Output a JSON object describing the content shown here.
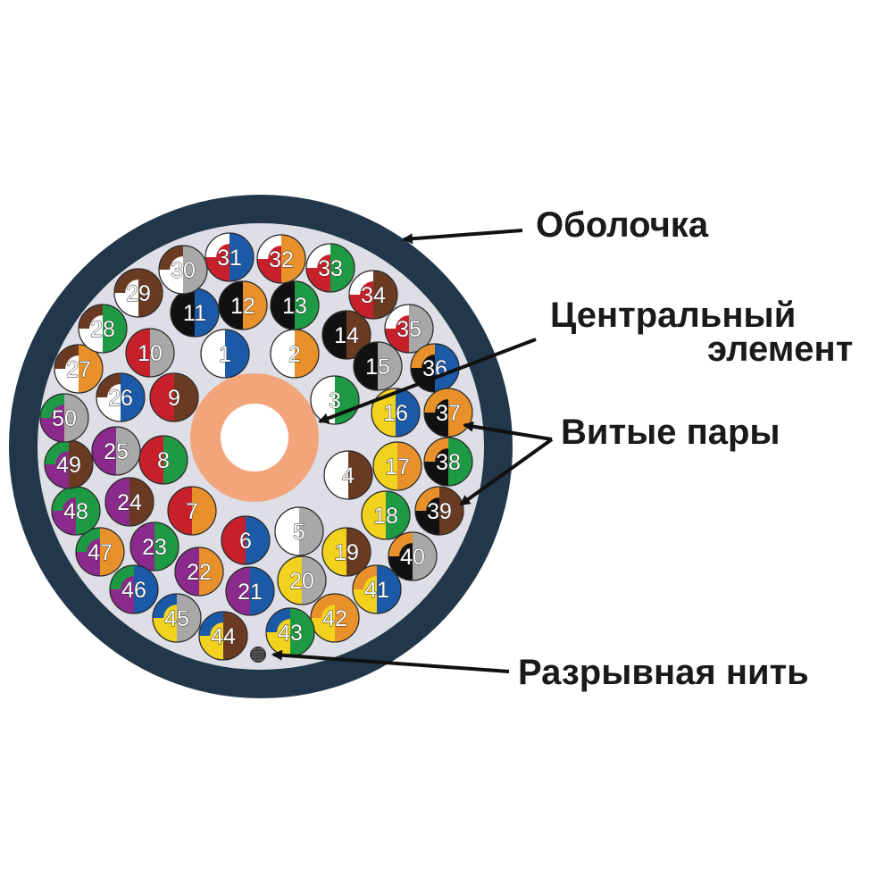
{
  "labels": {
    "sheath": "Оболочка",
    "central_1": "Центральный",
    "central_2": "элемент",
    "twisted_pairs": "Витые пары",
    "ripcord": "Разрывная нить"
  },
  "colors": {
    "sheath": "#22384a",
    "filler": "#dedee6",
    "central_ring": "#f2a57a",
    "central_core": "#ffffff",
    "arrow": "#111111",
    "ripcord": "#333333"
  },
  "pairs": [
    {
      "n": "1",
      "a": "#ffffff",
      "b": "#1b5aa8"
    },
    {
      "n": "2",
      "a": "#ffffff",
      "b": "#e8912a"
    },
    {
      "n": "3",
      "a": "#ffffff",
      "b": "#1e9a44"
    },
    {
      "n": "4",
      "a": "#ffffff",
      "b": "#6b3a22"
    },
    {
      "n": "5",
      "a": "#ffffff",
      "b": "#a8a8a8"
    },
    {
      "n": "6",
      "a": "#c8202a",
      "b": "#1b5aa8"
    },
    {
      "n": "7",
      "a": "#c8202a",
      "b": "#e8912a"
    },
    {
      "n": "8",
      "a": "#c8202a",
      "b": "#1e9a44"
    },
    {
      "n": "9",
      "a": "#c8202a",
      "b": "#6b3a22"
    },
    {
      "n": "10",
      "a": "#c8202a",
      "b": "#a8a8a8"
    },
    {
      "n": "11",
      "a": "#111111",
      "b": "#1b5aa8"
    },
    {
      "n": "12",
      "a": "#111111",
      "b": "#e8912a"
    },
    {
      "n": "13",
      "a": "#111111",
      "b": "#1e9a44"
    },
    {
      "n": "14",
      "a": "#111111",
      "b": "#6b3a22"
    },
    {
      "n": "15",
      "a": "#111111",
      "b": "#a8a8a8"
    },
    {
      "n": "16",
      "a": "#f2d21c",
      "b": "#1b5aa8"
    },
    {
      "n": "17",
      "a": "#f2d21c",
      "b": "#e8912a"
    },
    {
      "n": "18",
      "a": "#f2d21c",
      "b": "#1e9a44"
    },
    {
      "n": "19",
      "a": "#f2d21c",
      "b": "#6b3a22"
    },
    {
      "n": "20",
      "a": "#f2d21c",
      "b": "#a8a8a8"
    },
    {
      "n": "21",
      "a": "#8b2a8c",
      "b": "#1b5aa8"
    },
    {
      "n": "22",
      "a": "#8b2a8c",
      "b": "#e8912a"
    },
    {
      "n": "23",
      "a": "#8b2a8c",
      "b": "#1e9a44"
    },
    {
      "n": "24",
      "a": "#8b2a8c",
      "b": "#6b3a22"
    },
    {
      "n": "25",
      "a": "#8b2a8c",
      "b": "#a8a8a8"
    },
    {
      "n": "26",
      "a": "#ffffff",
      "b": "#1b5aa8",
      "c": "#6b3a22"
    },
    {
      "n": "27",
      "a": "#ffffff",
      "b": "#e8912a",
      "c": "#6b3a22"
    },
    {
      "n": "28",
      "a": "#ffffff",
      "b": "#1e9a44",
      "c": "#6b3a22"
    },
    {
      "n": "29",
      "a": "#ffffff",
      "b": "#6b3a22",
      "c": "#6b3a22"
    },
    {
      "n": "30",
      "a": "#ffffff",
      "b": "#a8a8a8",
      "c": "#6b3a22"
    },
    {
      "n": "31",
      "a": "#c8202a",
      "b": "#1b5aa8",
      "c": "#ffffff"
    },
    {
      "n": "32",
      "a": "#c8202a",
      "b": "#e8912a",
      "c": "#ffffff"
    },
    {
      "n": "33",
      "a": "#c8202a",
      "b": "#1e9a44",
      "c": "#ffffff"
    },
    {
      "n": "34",
      "a": "#c8202a",
      "b": "#6b3a22",
      "c": "#ffffff"
    },
    {
      "n": "35",
      "a": "#c8202a",
      "b": "#a8a8a8",
      "c": "#ffffff"
    },
    {
      "n": "36",
      "a": "#111111",
      "b": "#1b5aa8",
      "c": "#e8912a"
    },
    {
      "n": "37",
      "a": "#111111",
      "b": "#e8912a",
      "c": "#e8912a"
    },
    {
      "n": "38",
      "a": "#111111",
      "b": "#1e9a44",
      "c": "#e8912a"
    },
    {
      "n": "39",
      "a": "#111111",
      "b": "#6b3a22",
      "c": "#e8912a"
    },
    {
      "n": "40",
      "a": "#111111",
      "b": "#a8a8a8",
      "c": "#e8912a"
    },
    {
      "n": "41",
      "a": "#f2d21c",
      "b": "#1b5aa8",
      "c": "#e8912a"
    },
    {
      "n": "42",
      "a": "#f2d21c",
      "b": "#e8912a",
      "c": "#e8912a"
    },
    {
      "n": "43",
      "a": "#f2d21c",
      "b": "#1e9a44",
      "c": "#1b5aa8"
    },
    {
      "n": "44",
      "a": "#f2d21c",
      "b": "#6b3a22",
      "c": "#1b5aa8"
    },
    {
      "n": "45",
      "a": "#f2d21c",
      "b": "#a8a8a8",
      "c": "#1b5aa8"
    },
    {
      "n": "46",
      "a": "#8b2a8c",
      "b": "#1b5aa8",
      "c": "#1e9a44"
    },
    {
      "n": "47",
      "a": "#8b2a8c",
      "b": "#e8912a",
      "c": "#1e9a44"
    },
    {
      "n": "48",
      "a": "#8b2a8c",
      "b": "#1e9a44",
      "c": "#1e9a44"
    },
    {
      "n": "49",
      "a": "#8b2a8c",
      "b": "#6b3a22",
      "c": "#1e9a44"
    },
    {
      "n": "50",
      "a": "#8b2a8c",
      "b": "#a8a8a8",
      "c": "#1e9a44"
    }
  ]
}
